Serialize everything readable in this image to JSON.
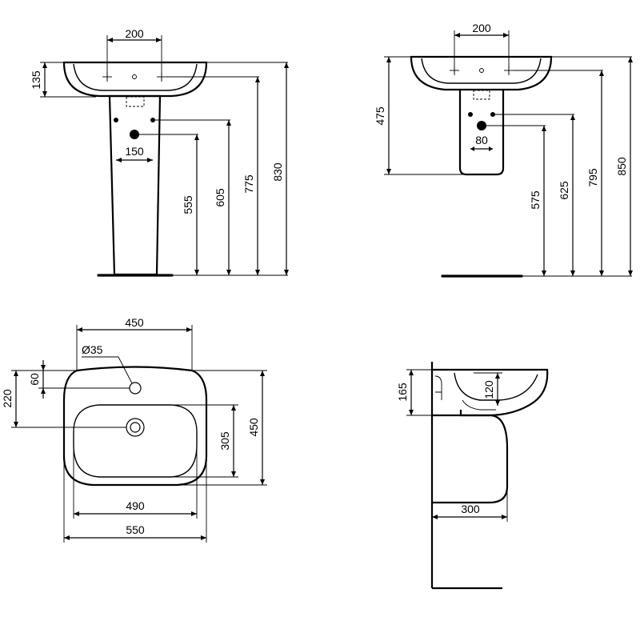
{
  "views": {
    "pedestal_front": {
      "tap_spacing": "200",
      "basin_depth": "135",
      "waste_spacing": "150",
      "heights": [
        "555",
        "605",
        "775",
        "830"
      ]
    },
    "semi_pedestal_front": {
      "tap_spacing": "200",
      "shroud_height": "475",
      "waste_spacing": "80",
      "heights": [
        "575",
        "625",
        "795",
        "850"
      ]
    },
    "top_plan": {
      "tap_hole_span": "450",
      "tap_hole_diameter": "Ø35",
      "tap_hole_offset": "60",
      "waste_offset": "220",
      "bowl_width": "490",
      "overall_width": "550",
      "bowl_depth": "305",
      "overall_depth": "450"
    },
    "side_section": {
      "basin_height": "165",
      "bowl_height": "120",
      "projection": "300"
    }
  }
}
